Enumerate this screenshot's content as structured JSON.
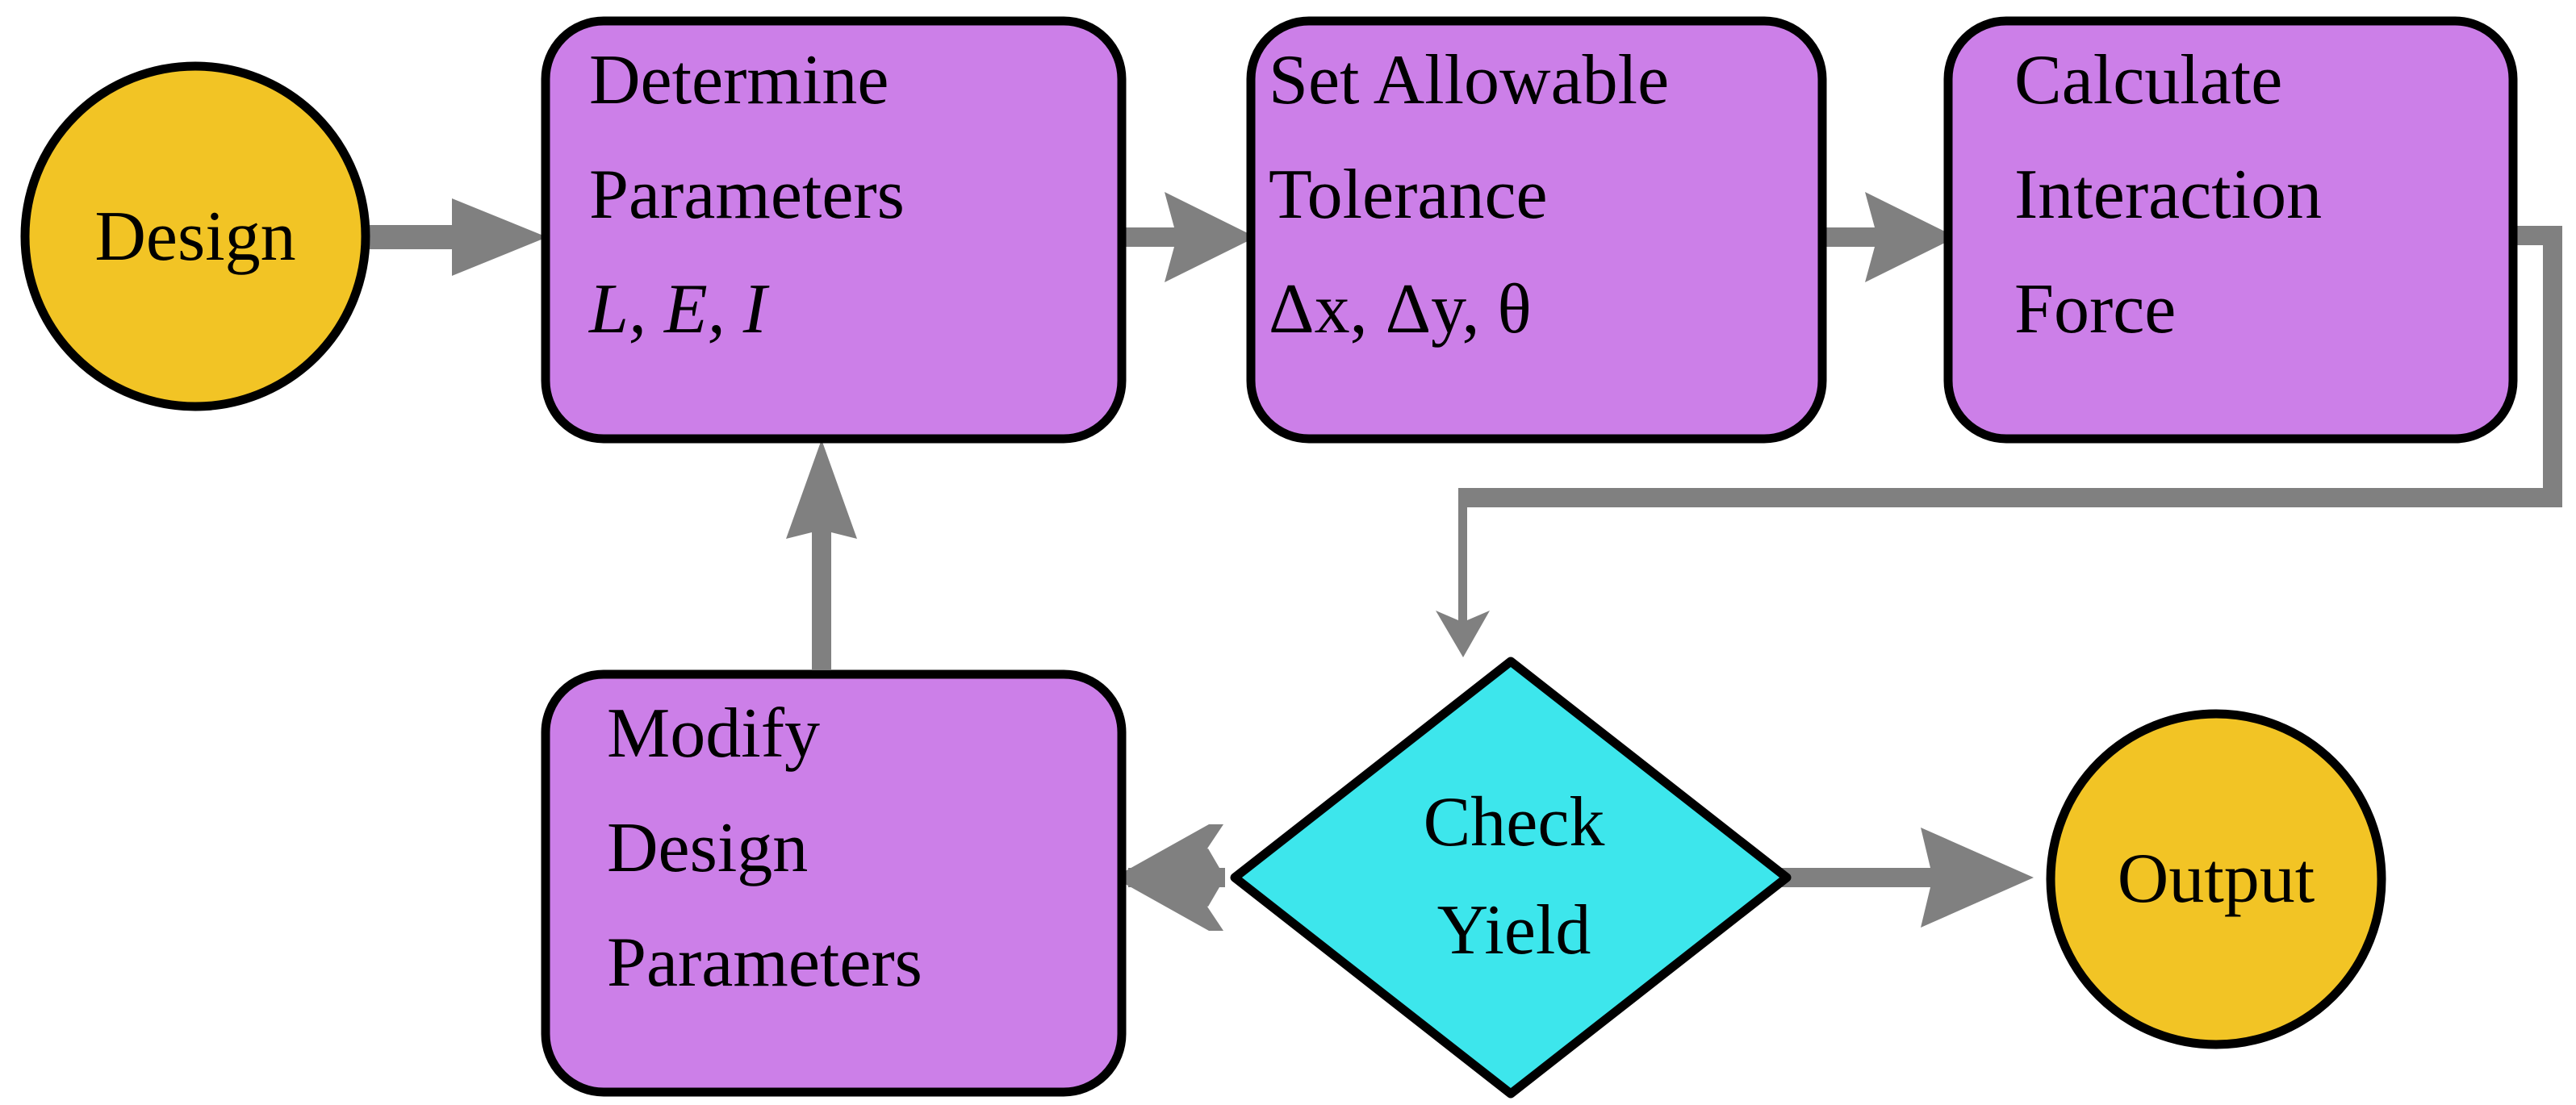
{
  "diagram": {
    "title": "Compliant Mechanism Design Yield Flowchart",
    "background_color": "#FFFFFF",
    "palette": {
      "terminator_fill": "#F2C425",
      "process_fill": "#CC7FE8",
      "decision_fill": "#3DE6EC",
      "outline": "#000000",
      "connector": "#808080"
    },
    "nodes": [
      {
        "id": "design",
        "type": "terminator",
        "shape": "circle",
        "fill": "#F2C425",
        "lines": [
          "Design"
        ]
      },
      {
        "id": "determine-parameters",
        "type": "process",
        "shape": "rounded-rect",
        "fill": "#CC7FE8",
        "lines": [
          "Determine",
          "Parameters",
          "L, E, I"
        ],
        "italic_lines": [
          2
        ]
      },
      {
        "id": "set-allowable-tolerance",
        "type": "process",
        "shape": "rounded-rect",
        "fill": "#CC7FE8",
        "lines": [
          "Set Allowable",
          "Tolerance",
          "Δx, Δy, θ"
        ],
        "italic_lines": []
      },
      {
        "id": "calculate-interaction-force",
        "type": "process",
        "shape": "rounded-rect",
        "fill": "#CC7FE8",
        "lines": [
          "Calculate",
          "Interaction",
          "Force"
        ],
        "italic_lines": []
      },
      {
        "id": "check-yield",
        "type": "decision",
        "shape": "diamond",
        "fill": "#3DE6EC",
        "lines": [
          "Check",
          "Yield"
        ],
        "italic_lines": []
      },
      {
        "id": "modify-design-parameters",
        "type": "process",
        "shape": "rounded-rect",
        "fill": "#CC7FE8",
        "lines": [
          "Modify",
          "Design",
          "Parameters"
        ],
        "italic_lines": []
      },
      {
        "id": "output",
        "type": "terminator",
        "shape": "circle",
        "fill": "#F2C425",
        "lines": [
          "Output"
        ]
      }
    ],
    "edges": [
      {
        "id": "design-to-determine",
        "from": "design",
        "to": "determine-parameters",
        "label": ""
      },
      {
        "id": "determine-to-tolerance",
        "from": "determine-parameters",
        "to": "set-allowable-tolerance",
        "label": ""
      },
      {
        "id": "tolerance-to-force",
        "from": "set-allowable-tolerance",
        "to": "calculate-interaction-force",
        "label": ""
      },
      {
        "id": "force-to-check",
        "from": "calculate-interaction-force",
        "to": "check-yield",
        "label": ""
      },
      {
        "id": "check-to-modify",
        "from": "check-yield",
        "to": "modify-design-parameters",
        "label": ""
      },
      {
        "id": "check-to-output",
        "from": "check-yield",
        "to": "output",
        "label": ""
      },
      {
        "id": "modify-to-determine",
        "from": "modify-design-parameters",
        "to": "determine-parameters",
        "label": ""
      }
    ]
  },
  "text": {
    "design": "Design",
    "determine_l1": "Determine",
    "determine_l2": "Parameters",
    "determine_l3": "L, E, I",
    "tolerance_l1": "Set Allowable",
    "tolerance_l2": "Tolerance",
    "tolerance_l3": "Δx, Δy, θ",
    "force_l1": "Calculate",
    "force_l2": "Interaction",
    "force_l3": "Force",
    "check_l1": "Check",
    "check_l2": "Yield",
    "modify_l1": "Modify",
    "modify_l2": "Design",
    "modify_l3": "Parameters",
    "output": "Output"
  }
}
